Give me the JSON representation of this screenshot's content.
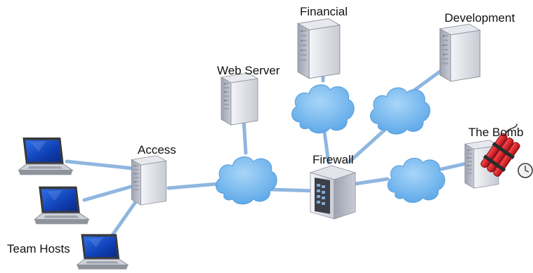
{
  "labels": {
    "financial": "Financial",
    "development": "Development",
    "web_server": "Web Server",
    "the_bomb": "The Bomb",
    "access": "Access",
    "firewall": "Firewall",
    "team_hosts": "Team Hosts"
  },
  "colors": {
    "link": "#8fb6df",
    "cloud_fill": "#6ab0ec",
    "cloud_fill_light": "#9ccff6",
    "cloud_stroke": "#5aa0dc",
    "server_body": "#d9dbe2",
    "server_side": "#aeb2bf",
    "laptop_screen": "#1a4fcf",
    "dynamite": "#d8171f",
    "firewall_panel": "#3c3f47"
  },
  "icons": {
    "server": "server-icon",
    "cloud": "network-cloud-icon",
    "laptop": "laptop-icon",
    "firewall": "firewall-icon",
    "bomb": "dynamite-bomb-icon"
  }
}
